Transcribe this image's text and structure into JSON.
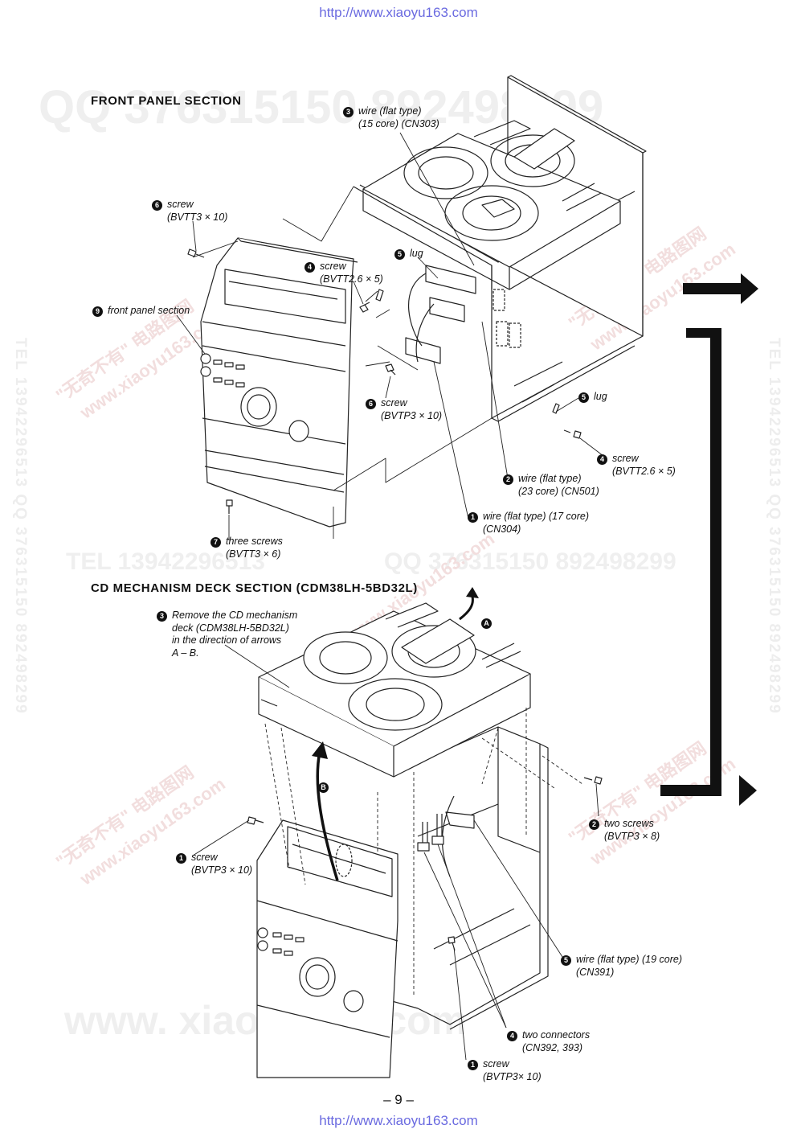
{
  "header_url": "http://www.xiaoyu163.com",
  "footer_url": "http://www.xiaoyu163.com",
  "page_number": "– 9 –",
  "watermarks": {
    "qq_top": "QQ 376315150  892498299",
    "tel_mid": "TEL 13942296513",
    "qq_mid": "QQ 376315150  892498299",
    "www_bottom": "www. xiaoyu163.com",
    "side_left": "TEL 13942296513  QQ 376315150  892498299",
    "side_right": "TEL 13942296513  QQ 376315150  892498299",
    "diag_1": "\"无奇不有\" 电路图网",
    "diag_2": "www.xiaoyu163.com"
  },
  "sections": {
    "front_panel": "FRONT  PANEL  SECTION",
    "cd_mech": "CD  MECHANISM  DECK  SECTION (CDM38LH-5BD32L)"
  },
  "front_panel_callouts": [
    {
      "num": "3",
      "l1": "wire (flat type)",
      "l2": "(15 core) (CN303)"
    },
    {
      "num": "6",
      "l1": "screw",
      "l2": "(BVTT3 × 10)"
    },
    {
      "num": "5",
      "l1": "lug",
      "l2": ""
    },
    {
      "num": "4",
      "l1": "screw",
      "l2": "(BVTT2.6 × 5)"
    },
    {
      "num": "9",
      "l1": "front panel section",
      "l2": ""
    },
    {
      "num": "6",
      "l1": "screw",
      "l2": "(BVTP3 × 10)"
    },
    {
      "num": "5",
      "l1": "lug",
      "l2": ""
    },
    {
      "num": "4",
      "l1": "screw",
      "l2": "(BVTT2.6 × 5)"
    },
    {
      "num": "2",
      "l1": "wire (flat type)",
      "l2": "(23 core) (CN501)"
    },
    {
      "num": "1",
      "l1": "wire (flat type) (17 core)",
      "l2": "(CN304)"
    },
    {
      "num": "7",
      "l1": "three screws",
      "l2": "(BVTT3 × 6)"
    }
  ],
  "cd_callouts": [
    {
      "num": "3",
      "l1": "Remove the CD mechanism",
      "l2": "deck (CDM38LH-5BD32L)",
      "l3": "in the direction of arrows",
      "l4": "A – B."
    },
    {
      "num": "2",
      "l1": "two screws",
      "l2": "(BVTP3 × 8)"
    },
    {
      "num": "1",
      "l1": "screw",
      "l2": "(BVTP3 × 10)"
    },
    {
      "num": "5",
      "l1": "wire (flat type) (19 core)",
      "l2": "(CN391)"
    },
    {
      "num": "4",
      "l1": "two connectors",
      "l2": "(CN392, 393)"
    },
    {
      "num": "1",
      "l1": "screw",
      "l2": "(BVTP3× 10)"
    }
  ],
  "arrow_labels": {
    "a": "A",
    "b": "B"
  }
}
